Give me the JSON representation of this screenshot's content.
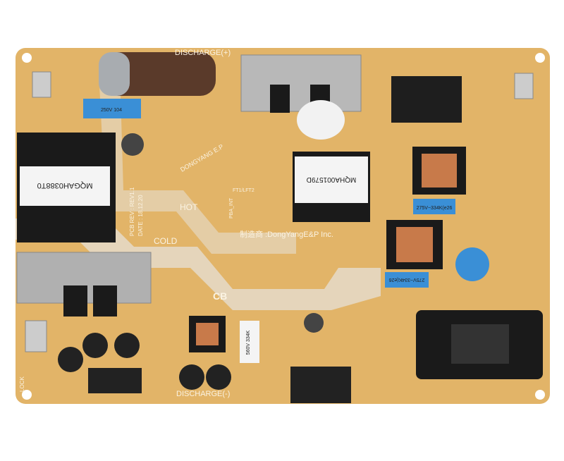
{
  "board": {
    "colors": {
      "pcb": "#e2b468",
      "pcb_light": "#eecb8a",
      "trace_zone": "#e6ddd0",
      "heatsink": "#b8b8b8",
      "capacitor": "#5a3a2a",
      "blue": "#3a8fd6"
    },
    "labels": {
      "discharge_top": "DISCHARGE(+)",
      "discharge_bottom": "DISCHARGE(-)",
      "hot": "HOT",
      "cold": "COLD",
      "cb": "CB",
      "maker": "制造商 :DongYangE&P Inc.",
      "brand": "DONGYANG E.P",
      "pcb_rev": "PCB REV : REV1.1",
      "date": "DATE : 18.12.20",
      "ft_lft2": "FT1/LFT2",
      "pba_int": "PBA_INT",
      "transformer_main": "MQGAH0388T0",
      "transformer_2": "MQHA001579D",
      "filter_1": "275V~334K(e26",
      "filter_2": "275V~334K(e26",
      "lock": "LOCK",
      "x_cap": "560V 334K",
      "rating": "250V 104"
    }
  }
}
